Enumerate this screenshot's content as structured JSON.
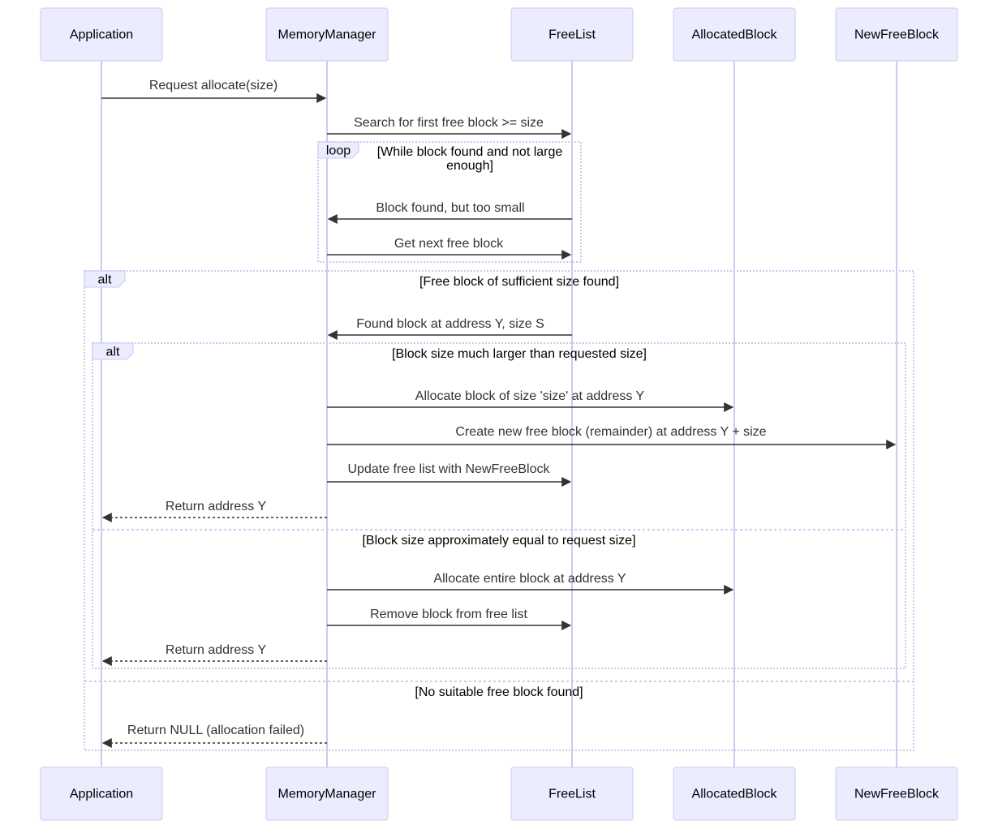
{
  "participants": [
    "Application",
    "MemoryManager",
    "FreeList",
    "AllocatedBlock",
    "NewFreeBlock"
  ],
  "messages": [
    {
      "from": 0,
      "to": 1,
      "text": "Request allocate(size)",
      "style": "solid"
    },
    {
      "from": 1,
      "to": 2,
      "text": "Search for first free block >= size",
      "style": "solid"
    },
    {
      "from": 2,
      "to": 1,
      "text": "Block found, but too small",
      "style": "solid"
    },
    {
      "from": 1,
      "to": 2,
      "text": "Get next free block",
      "style": "solid"
    },
    {
      "from": 2,
      "to": 1,
      "text": "Found block at address Y, size S",
      "style": "solid"
    },
    {
      "from": 1,
      "to": 3,
      "text": "Allocate block of size 'size' at address Y",
      "style": "solid"
    },
    {
      "from": 1,
      "to": 4,
      "text": "Create new free block (remainder) at address Y + size",
      "style": "solid"
    },
    {
      "from": 1,
      "to": 2,
      "text": "Update free list with NewFreeBlock",
      "style": "solid"
    },
    {
      "from": 1,
      "to": 0,
      "text": "Return address Y",
      "style": "dashed"
    },
    {
      "from": 1,
      "to": 3,
      "text": "Allocate entire block at address Y",
      "style": "solid"
    },
    {
      "from": 1,
      "to": 2,
      "text": "Remove block from free list",
      "style": "solid"
    },
    {
      "from": 1,
      "to": 0,
      "text": "Return address Y",
      "style": "dashed"
    },
    {
      "from": 1,
      "to": 0,
      "text": "Return NULL (allocation failed)",
      "style": "dashed"
    }
  ],
  "frames": [
    {
      "kind": "loop",
      "conditions": [
        "[While block found and not large",
        "enough]"
      ]
    },
    {
      "kind": "alt",
      "conditions": [
        "[Free block of sufficient size found]"
      ],
      "else_conditions": [
        "[No suitable free block found]"
      ]
    },
    {
      "kind": "alt",
      "conditions": [
        "[Block size much larger than requested size]"
      ],
      "else_conditions": [
        "[Block size approximately equal to request size]"
      ]
    }
  ],
  "colors": {
    "actor_fill": "#ECECFF",
    "actor_border": "#CDC9F0",
    "lifeline": "#CDC9F0",
    "message": "#333333"
  }
}
